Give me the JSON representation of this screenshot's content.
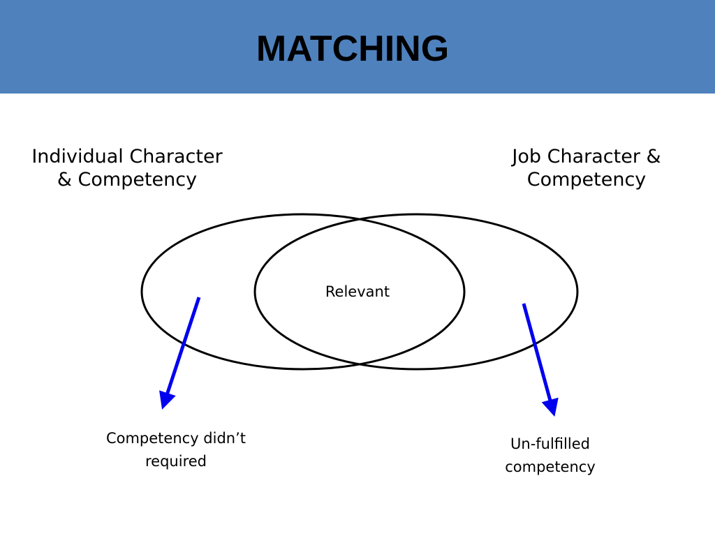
{
  "title": "MATCHING",
  "left_set": {
    "label_line1": "Individual Character",
    "label_line2": "& Competency"
  },
  "right_set": {
    "label_line1": "Job Character &",
    "label_line2": "Competency"
  },
  "intersection": {
    "label": "Relevant"
  },
  "left_only": {
    "label_line1": "Competency didn’t",
    "label_line2": "required"
  },
  "right_only": {
    "label_line1": "Un-fulfilled",
    "label_line2": "competency"
  },
  "colors": {
    "title_bar": "#4f81bd",
    "arrow": "#0000ee",
    "outline": "#000000"
  }
}
